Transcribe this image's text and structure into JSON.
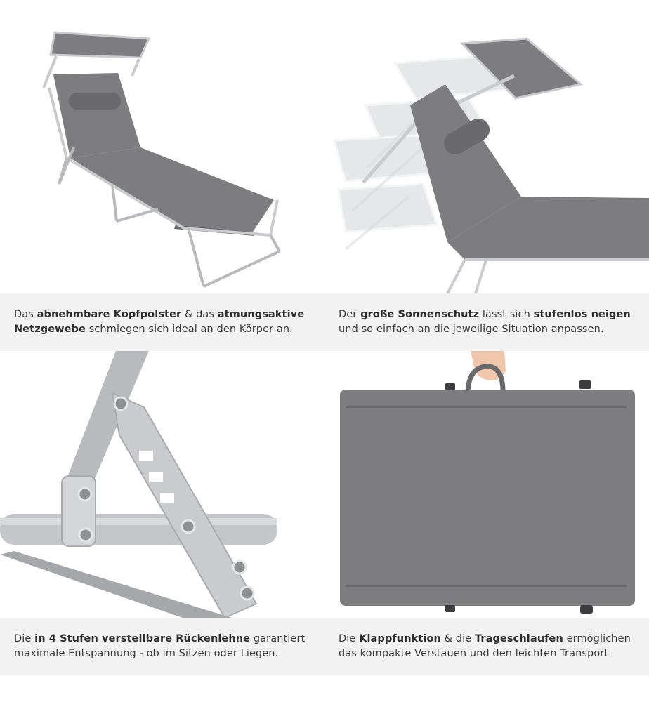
{
  "colors": {
    "fabric": "#7d7d7f",
    "fabric_dark": "#6a6a6c",
    "frame": "#c9cbcf",
    "caption_band": "#f2f2f2",
    "caption_text": "#3a3a3a"
  },
  "captions": [
    {
      "parts": [
        {
          "text": "Das ",
          "bold": false
        },
        {
          "text": "abnehmbare Kopfpolster",
          "bold": true
        },
        {
          "text": " & das ",
          "bold": false
        },
        {
          "text": "atmungsaktive",
          "bold": true
        }
      ],
      "parts2": [
        {
          "text": "Netzgewebe",
          "bold": true
        },
        {
          "text": " schmiegen sich ideal an den Körper an.",
          "bold": false
        }
      ]
    },
    {
      "parts": [
        {
          "text": "Der ",
          "bold": false
        },
        {
          "text": "große Sonnenschutz",
          "bold": true
        },
        {
          "text": " lässt sich ",
          "bold": false
        },
        {
          "text": "stufenlos neigen",
          "bold": true
        }
      ],
      "parts2": [
        {
          "text": "und so einfach an die jeweilige Situation anpassen.",
          "bold": false
        }
      ]
    },
    {
      "parts": [
        {
          "text": "Die ",
          "bold": false
        },
        {
          "text": "in 4 Stufen verstellbare Rückenlehne",
          "bold": true
        },
        {
          "text": " garantiert",
          "bold": false
        }
      ],
      "parts2": [
        {
          "text": "maximale Entspannung - ob im Sitzen oder Liegen.",
          "bold": false
        }
      ]
    },
    {
      "parts": [
        {
          "text": "Die ",
          "bold": false
        },
        {
          "text": "Klappfunktion",
          "bold": true
        },
        {
          "text": " & die ",
          "bold": false
        },
        {
          "text": "Trageschlaufen",
          "bold": true
        },
        {
          "text": " ermöglichen",
          "bold": false
        }
      ],
      "parts2": [
        {
          "text": "das kompakte Verstauen und den leichten Transport.",
          "bold": false
        }
      ]
    }
  ]
}
